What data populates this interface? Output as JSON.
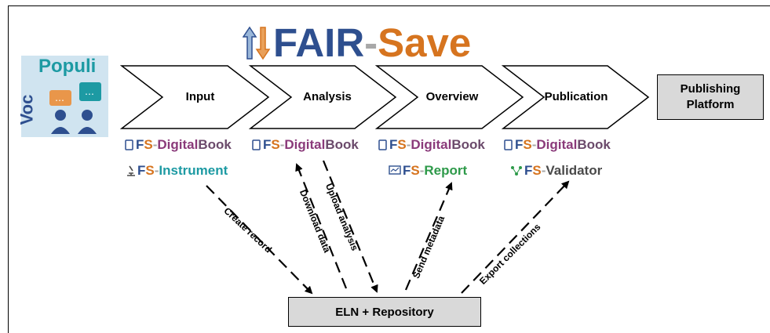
{
  "title": {
    "fair": "FAIR",
    "dash": "-",
    "save": "Save"
  },
  "vocpopuli": {
    "populi": "Populi",
    "voc": "Voc"
  },
  "stages": [
    "Input",
    "Analysis",
    "Overview",
    "Publication"
  ],
  "publishing_platform": "Publishing Platform",
  "repository": "ELN + Repository",
  "digitalbook": {
    "fs_f": "F",
    "fs_s": "S",
    "dash": "-",
    "digital": "Digital",
    "book": "Book"
  },
  "tools": {
    "instrument": "Instrument",
    "report": "Report",
    "validator": "Validator"
  },
  "arrows": {
    "create_record": "Create record",
    "download_data": "Download data",
    "upload_analysis": "Upload analysis",
    "send_metadata": "Send metadata",
    "export_collections": "Export collections"
  },
  "colors": {
    "fair_blue": "#2e4f8f",
    "save_orange": "#d6741f",
    "digital_purple": "#8a3a7a",
    "instrument_teal": "#1d9aa3",
    "report_green": "#2e9a4a",
    "box_gray": "#d9d9d9"
  }
}
